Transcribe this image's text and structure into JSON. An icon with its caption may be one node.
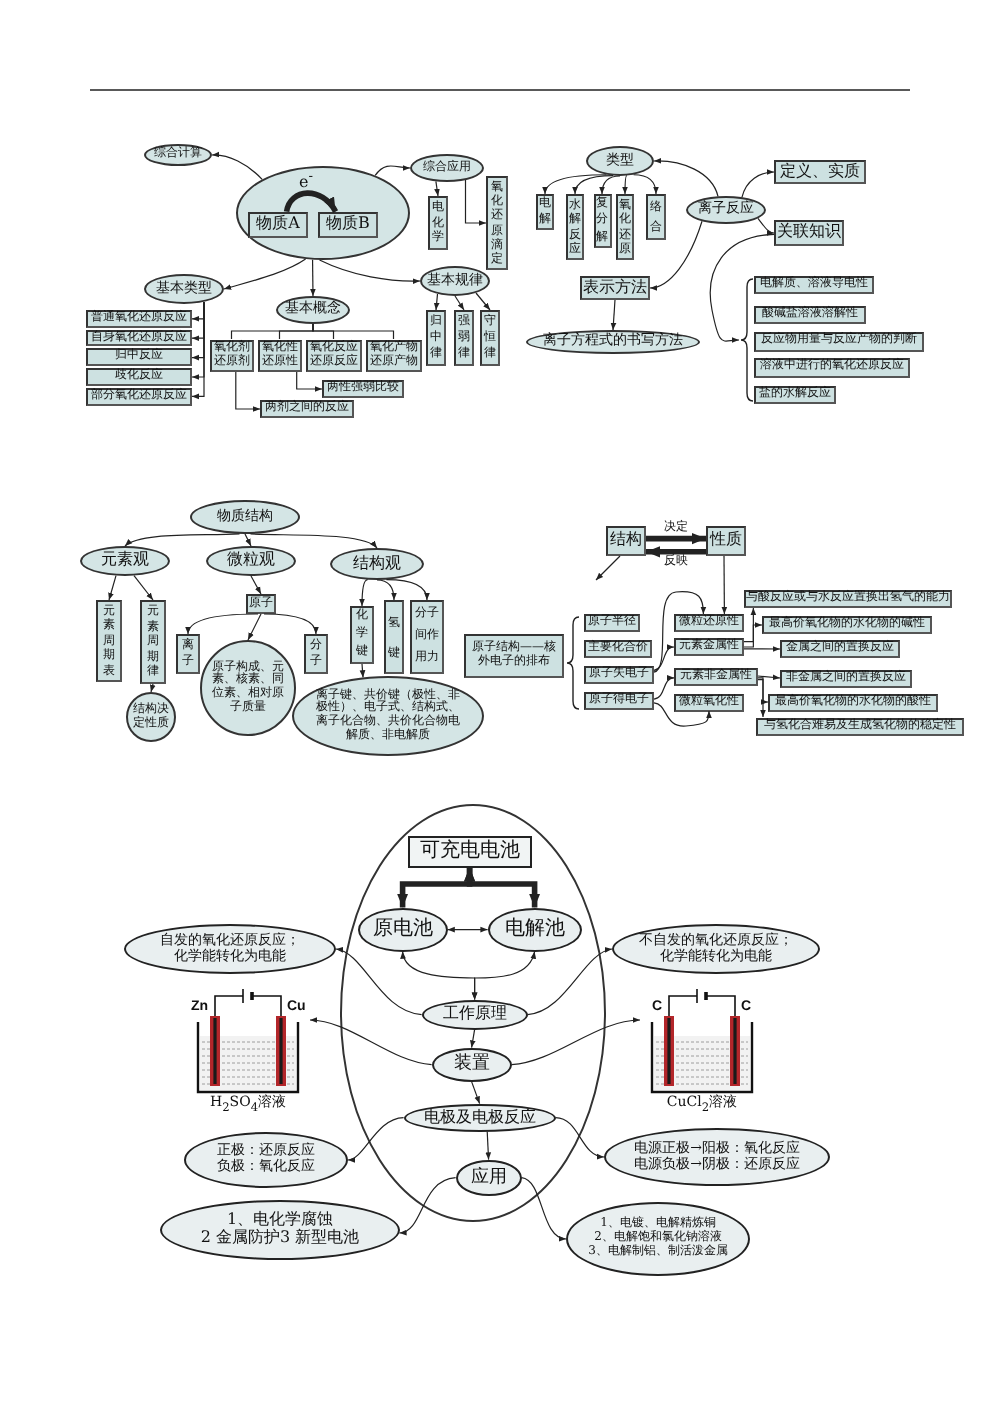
{
  "diagram": {
    "nodes": [
      {
        "text": [
          "综合计算"
        ]
      },
      {
        "text": [],
        "shape": "ellipse"
      },
      {
        "text": [
          "物质A"
        ],
        "in": 1
      },
      {
        "text": [
          "物质B"
        ],
        "in": 1
      },
      {
        "text": [
          "综合应用"
        ]
      },
      {
        "text": [
          "电化学"
        ]
      },
      {
        "text": [
          "氧化还原滴定"
        ]
      },
      {
        "text": [
          "基本类型"
        ]
      },
      {
        "text": [
          "普通氧化还原反应"
        ]
      },
      {
        "text": [
          "自身氧化还原反应"
        ]
      },
      {
        "text": [
          "归中反应"
        ]
      },
      {
        "text": [
          "歧化反应"
        ]
      },
      {
        "text": [
          "部分氧化还原反应"
        ]
      },
      {
        "text": [
          "基本概念"
        ]
      },
      {
        "text": [
          "氧化剂还原剂"
        ]
      },
      {
        "text": [
          "氧化性还原性"
        ]
      },
      {
        "text": [
          "氧化反应还原反应"
        ]
      },
      {
        "text": [
          "氧化产物还原产物"
        ]
      },
      {
        "text": [
          "两性强弱比较"
        ]
      },
      {
        "text": [
          "两剂之间的反应"
        ]
      },
      {
        "text": [
          "基本规律"
        ]
      },
      {
        "text": [
          "归中律"
        ]
      },
      {
        "text": [
          "强弱律"
        ]
      },
      {
        "text": [
          "守恒律"
        ]
      },
      {
        "text": [
          "类型"
        ]
      },
      {
        "text": [
          "电解"
        ]
      },
      {
        "text": [
          "水解反应"
        ]
      },
      {
        "text": [
          "复分解"
        ]
      },
      {
        "text": [
          "氧化还原"
        ]
      },
      {
        "text": [
          "络合"
        ]
      },
      {
        "text": [
          "离子反应"
        ]
      },
      {
        "text": [
          "定义、实质"
        ]
      },
      {
        "text": [
          "关联知识"
        ]
      },
      {
        "text": [
          "表示方法"
        ]
      },
      {
        "text": [
          "离子方程式的书写方法"
        ]
      },
      {
        "text": [
          "电解质、溶液导电性"
        ]
      },
      {
        "text": [
          "酸碱盐溶液溶解性"
        ]
      },
      {
        "text": [
          "反应物用量与反应产物的判断"
        ]
      },
      {
        "text": [
          "溶液中进行的氧化还原反应"
        ]
      },
      {
        "text": [
          "盐的水解反应"
        ]
      },
      {
        "text": [
          "物质结构"
        ]
      },
      {
        "text": [
          "元素观"
        ]
      },
      {
        "text": [
          "微粒观"
        ]
      },
      {
        "text": [
          "结构观"
        ]
      },
      {
        "text": [
          "元素周期表"
        ]
      },
      {
        "text": [
          "元素周期律"
        ]
      },
      {
        "text": [
          "原子"
        ]
      },
      {
        "text": [
          "离子"
        ]
      },
      {
        "text": [
          "分子"
        ]
      },
      {
        "text": [
          "化学键"
        ]
      },
      {
        "text": [
          "氢键"
        ]
      },
      {
        "text": [
          "分子间作用力"
        ]
      },
      {
        "text": [
          "结构决定性质"
        ]
      },
      {
        "text": [
          "原子构成、元素、核素、同位素、相对原子质量"
        ]
      },
      {
        "text": [
          "离子键、共价键（极性、非极性）、电子式、结构式、离子化合物、共价化合物电解质、非电解质"
        ]
      },
      {
        "text": [
          "结构"
        ]
      },
      {
        "text": [
          "性质"
        ]
      },
      {
        "text": [
          "原子结构——核外电子的排布"
        ]
      },
      {
        "text": [
          "原子半径"
        ]
      },
      {
        "text": [
          "主要化合价"
        ]
      },
      {
        "text": [
          "原子失电子"
        ]
      },
      {
        "text": [
          "原子得电子"
        ]
      },
      {
        "text": [
          "微粒还原性"
        ]
      },
      {
        "text": [
          "元素金属性"
        ]
      },
      {
        "text": [
          "元素非金属性"
        ]
      },
      {
        "text": [
          "微粒氧化性"
        ]
      },
      {
        "text": [
          "与酸反应或与水反应置换出氢气的能力"
        ]
      },
      {
        "text": [
          "最高价氧化物的水化物的碱性"
        ]
      },
      {
        "text": [
          "金属之间的置换反应"
        ]
      },
      {
        "text": [
          "非金属之间的置换反应"
        ]
      },
      {
        "text": [
          "最高价氧化物的水化物的酸性"
        ]
      },
      {
        "text": [
          "与氢化合难易及生成氢化物的稳定性"
        ]
      },
      {
        "text": [],
        "shape": "ellipse"
      },
      {
        "text": [
          "可充电电池"
        ],
        "in": 72
      },
      {
        "text": [
          "原电池"
        ],
        "in": 72
      },
      {
        "text": [
          "电解池"
        ],
        "in": 72
      },
      {
        "text": [
          "自发的氧化还原反应；化学能转化为电能"
        ]
      },
      {
        "text": [
          "不自发的氧化还原反应；化学能转化为电能"
        ]
      },
      {
        "text": [
          "工作原理"
        ],
        "in": 72
      },
      {
        "text": [
          "Zn",
          "Cu",
          "H$_{2}$SO$_{4}$溶液"
        ]
      },
      {
        "text": [
          "C",
          "C",
          "CuCl$_{2}$溶液"
        ]
      },
      {
        "text": [
          "装置"
        ],
        "in": 72
      },
      {
        "text": [
          "电极及电极反应"
        ],
        "in": 72
      },
      {
        "text": [
          "正极：还原反应",
          "负极：氧化反应"
        ]
      },
      {
        "text": [
          "电源正极→阳极：氧化反应",
          "电源负极→阴极：还原反应"
        ]
      },
      {
        "text": [
          "应用"
        ],
        "in": 72
      },
      {
        "text": [
          "1、电化学腐蚀",
          "2 金属防护3 新型电池"
        ]
      },
      {
        "text": [
          "1、电镀、电解精炼铜",
          "2、电解饱和氯化钠溶液",
          "3、电解制铝、制活泼金属"
        ]
      },
      {
        "text": [],
        "shape": "brace"
      },
      {
        "text": [],
        "shape": "brace"
      }
    ],
    "edges": [
      {
        "from": 1,
        "to": 0,
        "arrow": "to"
      },
      {
        "from": 1,
        "to": 4,
        "arrow": "to"
      },
      {
        "from": 4,
        "to": 5,
        "arrow": "to"
      },
      {
        "from": 4,
        "to": 6,
        "arrow": "to"
      },
      {
        "from": 1,
        "to": 7,
        "arrow": "to"
      },
      {
        "from": 1,
        "to": 13,
        "arrow": "to"
      },
      {
        "from": 1,
        "to": 20,
        "arrow": "to"
      },
      {
        "from": 2,
        "to": 3,
        "arrow": "to",
        "label": "e$^{-}$",
        "style": "thick"
      },
      {
        "from": 7,
        "to": 8,
        "arrow": "to"
      },
      {
        "from": 7,
        "to": 9,
        "arrow": "to"
      },
      {
        "from": 7,
        "to": 10,
        "arrow": "to"
      },
      {
        "from": 7,
        "to": 11,
        "arrow": "to"
      },
      {
        "from": 7,
        "to": 12,
        "arrow": "to"
      },
      {
        "from": 13,
        "to": 14,
        "arrow": "none"
      },
      {
        "from": 13,
        "to": 15,
        "arrow": "none"
      },
      {
        "from": 13,
        "to": 16,
        "arrow": "none"
      },
      {
        "from": 13,
        "to": 17,
        "arrow": "none"
      },
      {
        "from": 14,
        "to": 19,
        "arrow": "to"
      },
      {
        "from": 15,
        "to": 18,
        "arrow": "to"
      },
      {
        "from": 20,
        "to": 21,
        "arrow": "to"
      },
      {
        "from": 20,
        "to": 22,
        "arrow": "to"
      },
      {
        "from": 20,
        "to": 23,
        "arrow": "to"
      },
      {
        "from": 30,
        "to": 24,
        "arrow": "to"
      },
      {
        "from": 30,
        "to": 31,
        "arrow": "to"
      },
      {
        "from": 30,
        "to": 32,
        "arrow": "to"
      },
      {
        "from": 30,
        "to": 33,
        "arrow": "to"
      },
      {
        "from": 33,
        "to": 34,
        "arrow": "to"
      },
      {
        "from": 24,
        "to": 25,
        "arrow": "to"
      },
      {
        "from": 24,
        "to": 26,
        "arrow": "to"
      },
      {
        "from": 24,
        "to": 27,
        "arrow": "to"
      },
      {
        "from": 24,
        "to": 28,
        "arrow": "to"
      },
      {
        "from": 24,
        "to": 29,
        "arrow": "to"
      },
      {
        "from": 32,
        "to": 88,
        "arrow": "to"
      },
      {
        "from": 40,
        "to": 41,
        "arrow": "to"
      },
      {
        "from": 40,
        "to": 42,
        "arrow": "to"
      },
      {
        "from": 40,
        "to": 43,
        "arrow": "to"
      },
      {
        "from": 41,
        "to": 44,
        "arrow": "to"
      },
      {
        "from": 41,
        "to": 45,
        "arrow": "to"
      },
      {
        "from": 45,
        "to": 52,
        "arrow": "to"
      },
      {
        "from": 42,
        "to": 46,
        "arrow": "to"
      },
      {
        "from": 46,
        "to": 47,
        "arrow": "to"
      },
      {
        "from": 46,
        "to": 53,
        "arrow": "to"
      },
      {
        "from": 46,
        "to": 48,
        "arrow": "to"
      },
      {
        "from": 43,
        "to": 49,
        "arrow": "to"
      },
      {
        "from": 43,
        "to": 50,
        "arrow": "to"
      },
      {
        "from": 43,
        "to": 51,
        "arrow": "to"
      },
      {
        "from": 49,
        "to": 54,
        "arrow": "to"
      },
      {
        "from": 55,
        "to": 56,
        "arrow": "to",
        "label": "决定",
        "style": "thick"
      },
      {
        "from": 56,
        "to": 55,
        "arrow": "to",
        "label": "反映",
        "style": "thick"
      },
      {
        "from": 55,
        "to": null,
        "arrow": "to"
      },
      {
        "from": 56,
        "to": 62,
        "arrow": "to"
      },
      {
        "from": 60,
        "to": 62,
        "arrow": "to"
      },
      {
        "from": 60,
        "to": 63,
        "arrow": "to"
      },
      {
        "from": 61,
        "to": 64,
        "arrow": "to"
      },
      {
        "from": 61,
        "to": 65,
        "arrow": "to"
      },
      {
        "from": 63,
        "to": 66,
        "arrow": "to"
      },
      {
        "from": 63,
        "to": 67,
        "arrow": "to"
      },
      {
        "from": 63,
        "to": 68,
        "arrow": "to"
      },
      {
        "from": 64,
        "to": 69,
        "arrow": "to"
      },
      {
        "from": 64,
        "to": 70,
        "arrow": "to"
      },
      {
        "from": 64,
        "to": 71,
        "arrow": "to"
      },
      {
        "from": 73,
        "to": 74,
        "arrow": "both",
        "style": "thick"
      },
      {
        "from": 73,
        "to": 75,
        "arrow": "both",
        "style": "thick"
      },
      {
        "from": 74,
        "to": 75,
        "arrow": "both"
      },
      {
        "from": 74,
        "to": 78,
        "arrow": "both"
      },
      {
        "from": 75,
        "to": 78,
        "arrow": "both"
      },
      {
        "from": 78,
        "to": 76,
        "arrow": "to"
      },
      {
        "from": 78,
        "to": 77,
        "arrow": "to"
      },
      {
        "from": 78,
        "to": 81,
        "arrow": "to"
      },
      {
        "from": 81,
        "to": 79,
        "arrow": "to"
      },
      {
        "from": 81,
        "to": 80,
        "arrow": "to"
      },
      {
        "from": 81,
        "to": 82,
        "arrow": "to"
      },
      {
        "from": 82,
        "to": 83,
        "arrow": "to"
      },
      {
        "from": 82,
        "to": 84,
        "arrow": "to"
      },
      {
        "from": 82,
        "to": 85,
        "arrow": "to"
      },
      {
        "from": 85,
        "to": 86,
        "arrow": "to"
      },
      {
        "from": 85,
        "to": 87,
        "arrow": "to"
      }
    ]
  }
}
